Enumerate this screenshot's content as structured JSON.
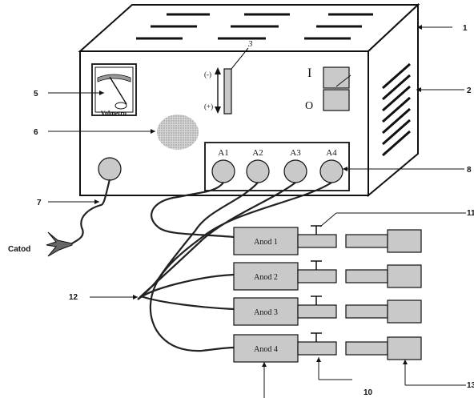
{
  "labels": {
    "n1": "1",
    "n2": "2",
    "n3": "3",
    "n5": "5",
    "n6": "6",
    "n7": "7",
    "n8": "8",
    "n10": "10",
    "n11": "11",
    "n12": "12",
    "n13": "13",
    "catod": "Catod"
  },
  "panel": {
    "meter_label": "Volmetru",
    "minus": "(-)",
    "plus": "(+)",
    "switch_on": "I",
    "switch_off": "O",
    "terminals": [
      "A1",
      "A2",
      "A3",
      "A4"
    ]
  },
  "anodes": [
    "Anod 1",
    "Anod 2",
    "Anod 3",
    "Anod 4"
  ]
}
